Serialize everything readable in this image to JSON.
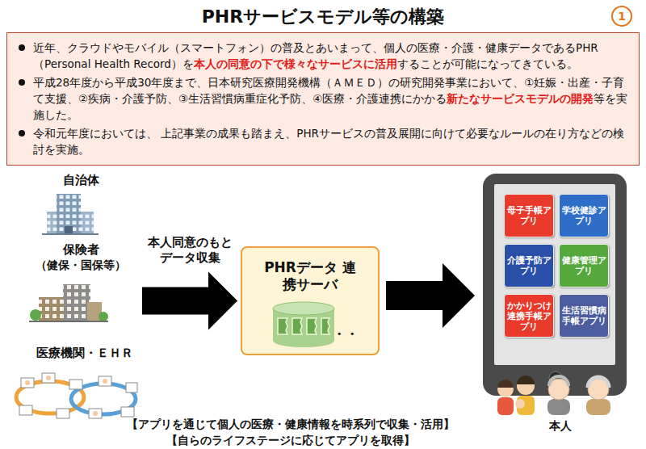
{
  "diagram": {
    "title": "PHRサービスモデル等の構築",
    "nodes": [
      {
        "text": [
          "近年、クラウドやモバイル（スマートフォン）の普及とあいまって、個人の医療・介護・健康データであるPHR（Personal Health Record）を",
          "本人の同意の下で様々なサービスに活用",
          "することが可能になってきている。",
          "平成28年度から平成30年度まで、日本研究医療開発機構（ＡＭＥＤ）の研究開発事業において、①妊娠・出産・子育て支援、②疾病・介護予防、③生活習慣病重症化予防、④医療・介護連携にかかる",
          "新たなサービスモデルの開発",
          "等を実施した。",
          "令和元年度においては、 上記事業の成果も踏まえ、PHRサービスの普及展開に向けて必要なルールの在り方などの検討を実施。"
        ]
      },
      {
        "text": [
          "自治体"
        ]
      },
      {
        "text": [
          "保険者",
          "（健保・国保等）"
        ]
      },
      {
        "text": [
          "医療機関・ＥＨＲ"
        ]
      },
      {
        "text": [
          "PHRデータ 連携サーバ"
        ]
      },
      {
        "text": [
          "母子手帳アプリ"
        ]
      },
      {
        "text": [
          "学校健診アプリ"
        ]
      },
      {
        "text": [
          "介護予防アプリ"
        ]
      },
      {
        "text": [
          "健康管理アプリ"
        ]
      },
      {
        "text": [
          "かかりつけ連携手帳アプリ"
        ]
      },
      {
        "text": [
          "生活習慣病手帳アプリ"
        ]
      }
    ],
    "edges": [
      {
        "from": 2,
        "to": 4,
        "label": "本人同意のもと データ収集",
        "arrow": "to"
      }
    ],
    "labels": [
      "1",
      "・・",
      "本人",
      "【アプリを通じて個人の医療・健康情報を時系列で収集・活用】",
      "【自らのライフステージに応じてアプリを取得】"
    ]
  }
}
